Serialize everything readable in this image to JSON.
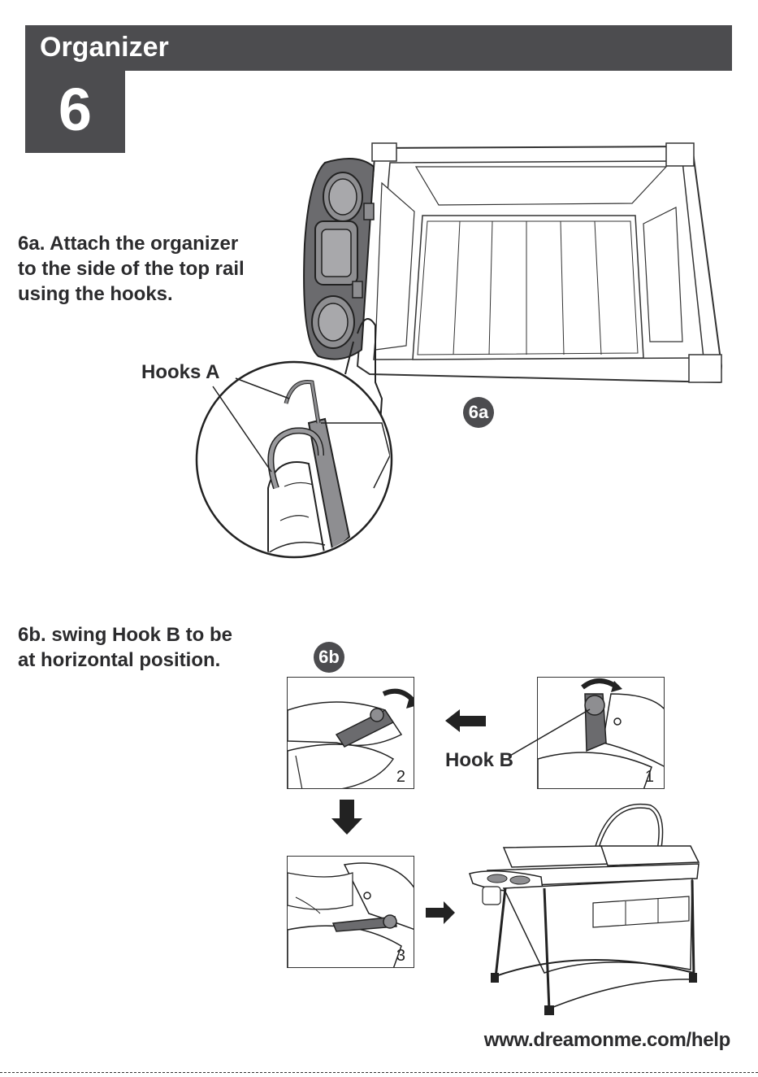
{
  "header": {
    "title": "Organizer",
    "step_number": "6"
  },
  "step_a": {
    "instruction": "6a. Attach the organizer to the side of the top rail using the hooks.",
    "instruction_lines": [
      "6a. Attach the organizer",
      "to the side of the top rail",
      "using the hooks."
    ],
    "callout_label": "Hooks A",
    "badge": "6a"
  },
  "step_b": {
    "instruction": "6b. swing Hook B to be at horizontal position.",
    "instruction_lines": [
      "6b. swing Hook B to be",
      "at horizontal position."
    ],
    "badge": "6b",
    "callout_label": "Hook B",
    "panels": [
      {
        "number": "1"
      },
      {
        "number": "2"
      },
      {
        "number": "3"
      }
    ]
  },
  "footer": {
    "url": "www.dreamonme.com/help"
  },
  "colors": {
    "header_bg": "#4c4c4f",
    "text": "#2b2b2d"
  }
}
